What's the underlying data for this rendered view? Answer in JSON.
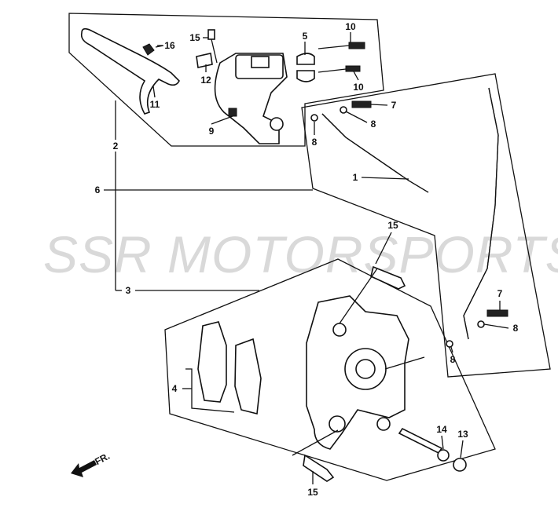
{
  "watermark": "SSR MOTORSPORTS",
  "direction_marker": "FR.",
  "callouts": {
    "brake_lever": "11",
    "lever_bolt": "16",
    "master_cylinder_bolt": "15",
    "spring": "12",
    "master_cylinder_nut": "9",
    "holder": "5",
    "holder_bolt_top": "10",
    "holder_bolt_bottom": "10",
    "master_cylinder_assy": "2",
    "brake_hose_group": "6",
    "caliper_assy": "3",
    "brake_hose": "1",
    "oil_bolt_top": "7",
    "washer_top_right": "8",
    "washer_top_left": "8",
    "caliper_bolt_top": "15",
    "oil_bolt_bottom": "7",
    "washer_bottom_right": "8",
    "washer_bottom_left": "8",
    "brake_pads": "4",
    "pad_pin": "14",
    "pin_plug": "13",
    "caliper_bolt_bottom": "15"
  }
}
